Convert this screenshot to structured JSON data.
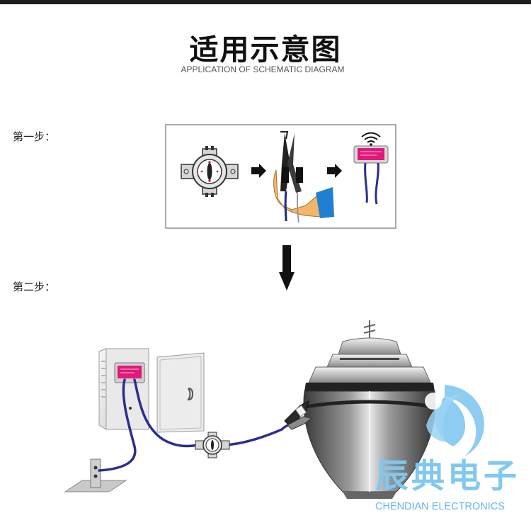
{
  "title": "适用示意图",
  "subtitle": "APPLICATION OF SCHEMATIC DIAGRAM",
  "steps": [
    {
      "label": "第一步："
    },
    {
      "label": "第二步："
    }
  ],
  "brand": {
    "name_cn": "辰典电子",
    "name_en": "CHENDIAN ELECTRONICS"
  },
  "colors": {
    "device_magenta": "#e0197a",
    "cable_blue": "#2a2f8f",
    "brand_blue": "#6bbcec",
    "hand_orange": "#f0b060",
    "glove_blue": "#1f7fd0"
  }
}
